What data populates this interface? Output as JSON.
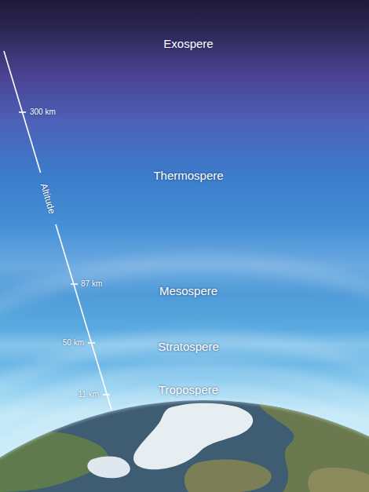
{
  "diagram": {
    "labels": [
      "Exospere",
      "300 km",
      "Thermospere",
      "Altitude",
      "87 km",
      "Mesospere",
      "50 km",
      "Stratospere",
      "11 km",
      "Tropospere"
    ]
  }
}
